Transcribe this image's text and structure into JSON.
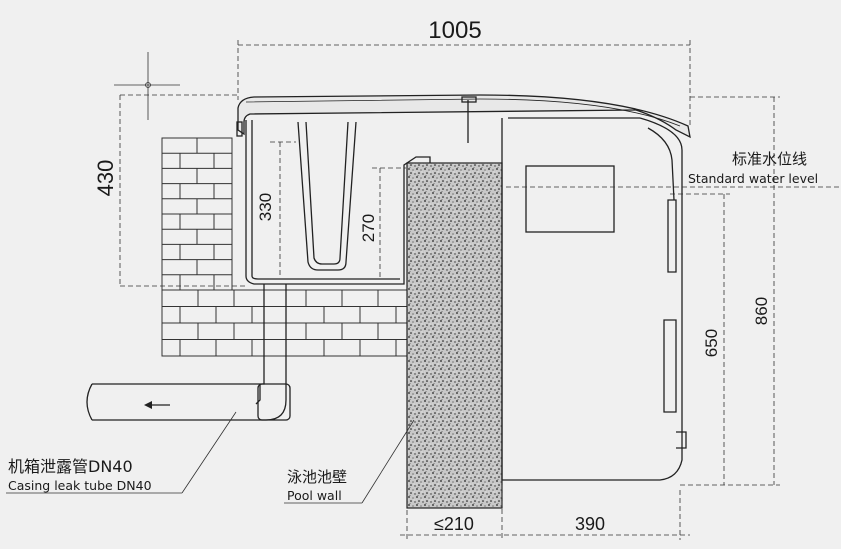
{
  "dimensions": {
    "overall_width": "1005",
    "height_top": "430",
    "inner_depth": "330",
    "weir_depth": "270",
    "wall_thickness": "≤210",
    "body_depth": "390",
    "height_650": "650",
    "height_860": "860"
  },
  "labels": {
    "water_level_cn": "标准水位线",
    "water_level_en": "Standard water level",
    "leak_tube_cn": "机箱泄露管DN40",
    "leak_tube_en": "Casing leak tube DN40",
    "pool_wall_cn": "泳池池壁",
    "pool_wall_en": "Pool wall"
  },
  "colors": {
    "line": "#222222",
    "dim_line": "#333333",
    "background": "#f0f0f0"
  }
}
